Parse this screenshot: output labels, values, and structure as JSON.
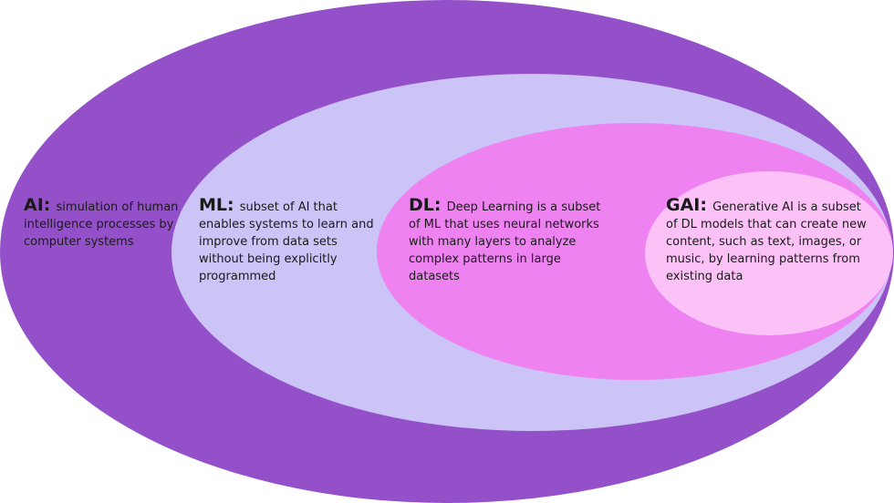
{
  "colors": {
    "ai": "#9350C8",
    "ml": "#CCC3F7",
    "dl": "#EE82F1",
    "gai": "#FCC2F7"
  },
  "sets": {
    "ai": {
      "abbr": "AI:",
      "description": "simulation of human intelligence processes by computer systems"
    },
    "ml": {
      "abbr": "ML:",
      "description": "subset of AI that enables systems to learn and improve from data sets without being explicitly programmed"
    },
    "dl": {
      "abbr": "DL:",
      "description": "Deep Learning is a subset of ML that uses neural networks with many layers to analyze complex patterns in large datasets"
    },
    "gai": {
      "abbr": "GAI:",
      "description": "Generative AI is a subset of DL models that can create new content, such as text, images, or music, by learning patterns from existing data"
    }
  }
}
